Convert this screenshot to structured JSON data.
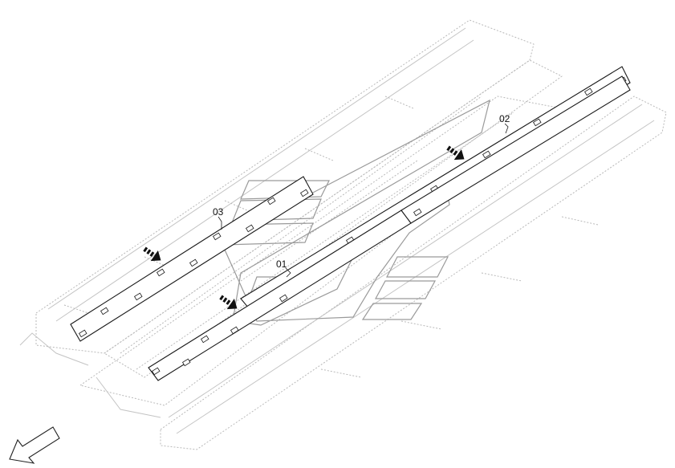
{
  "callouts": {
    "part_01": "01",
    "part_02": "02",
    "part_03": "03"
  },
  "colors": {
    "line": "#1a1a1a",
    "ghost": "#b9b9b9",
    "watermark": "#9a9a9a"
  },
  "icons": {
    "push_arrow": "hatched-arrow-icon",
    "direction_arrow": "direction-arrow-icon",
    "watermark": "logo-watermark-icon"
  }
}
